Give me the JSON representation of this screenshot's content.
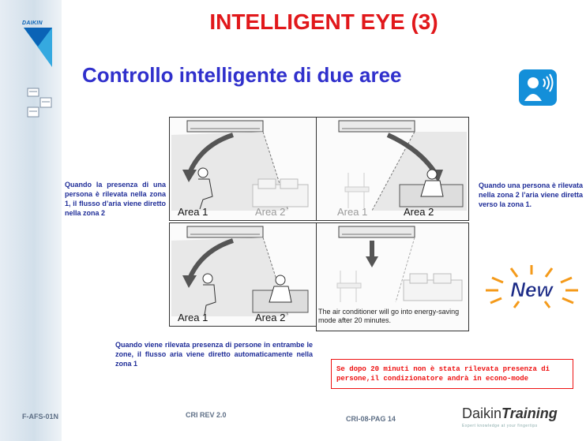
{
  "header": {
    "logo_text": "DAIKIN",
    "title": "INTELLIGENT EYE (3)",
    "subtitle": "Controllo intelligente di due aree"
  },
  "panels": [
    {
      "left_label": "Area 1",
      "right_label": "Area 2",
      "faded": "right"
    },
    {
      "left_label": "Area 1",
      "right_label": "Area 2",
      "faded": "left"
    },
    {
      "left_label": "Area 1",
      "right_label": "Area 2",
      "faded": "none"
    },
    {
      "note": "The air conditioner will go into energy-saving mode after 20 minutes."
    }
  ],
  "descriptions": {
    "zone1": "Quando la presenza di una persona è rilevata nella zona 1, il flusso d’aria viene diretto nella zona 2",
    "zone2": "Quando una persona è rilevata nella zona 2 l’aria viene diretta verso la zona 1.",
    "both": "Quando viene rilevata presenza di persone in entrambe le zone, il flusso aria viene diretto automaticamente nella zona 1",
    "econo": "Se dopo 20 minuti non è stata rilevata presenza di persone,il condizionatore andrà in econo-mode"
  },
  "badge": {
    "new_label": "New"
  },
  "footer": {
    "code": "F-AFS-01N",
    "revision": "CRI REV 2.0",
    "page": "CRI-08-PAG 14",
    "brand_normal": "Daikin",
    "brand_emph": "Training",
    "tagline": "Expert knowledge at your fingertips"
  },
  "colors": {
    "title": "#e1181b",
    "subtitle": "#3030cc",
    "desc": "#1f2d98",
    "econo": "#e11111",
    "icon": "#148fd9"
  }
}
